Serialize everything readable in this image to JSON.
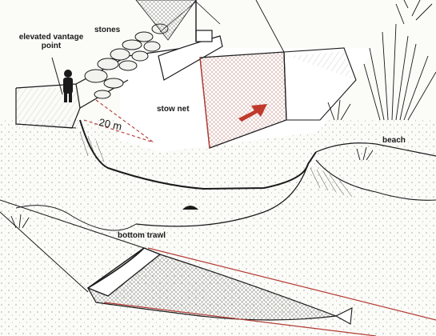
{
  "labels": {
    "vantage": "elevated vantage point",
    "stones": "stones",
    "stow_net": "stow net",
    "beach": "beach",
    "bottom_trawl": "bottom trawl",
    "distance": "20 m"
  },
  "colors": {
    "ink": "#1a1a1a",
    "net_red": "#b33a32",
    "arrow_red": "#c0392b",
    "paper": "#fbfbf8"
  },
  "icons": [
    "observer-figure",
    "boat",
    "stow-net",
    "bottom-trawl",
    "grass-tufts",
    "flow-arrow"
  ]
}
